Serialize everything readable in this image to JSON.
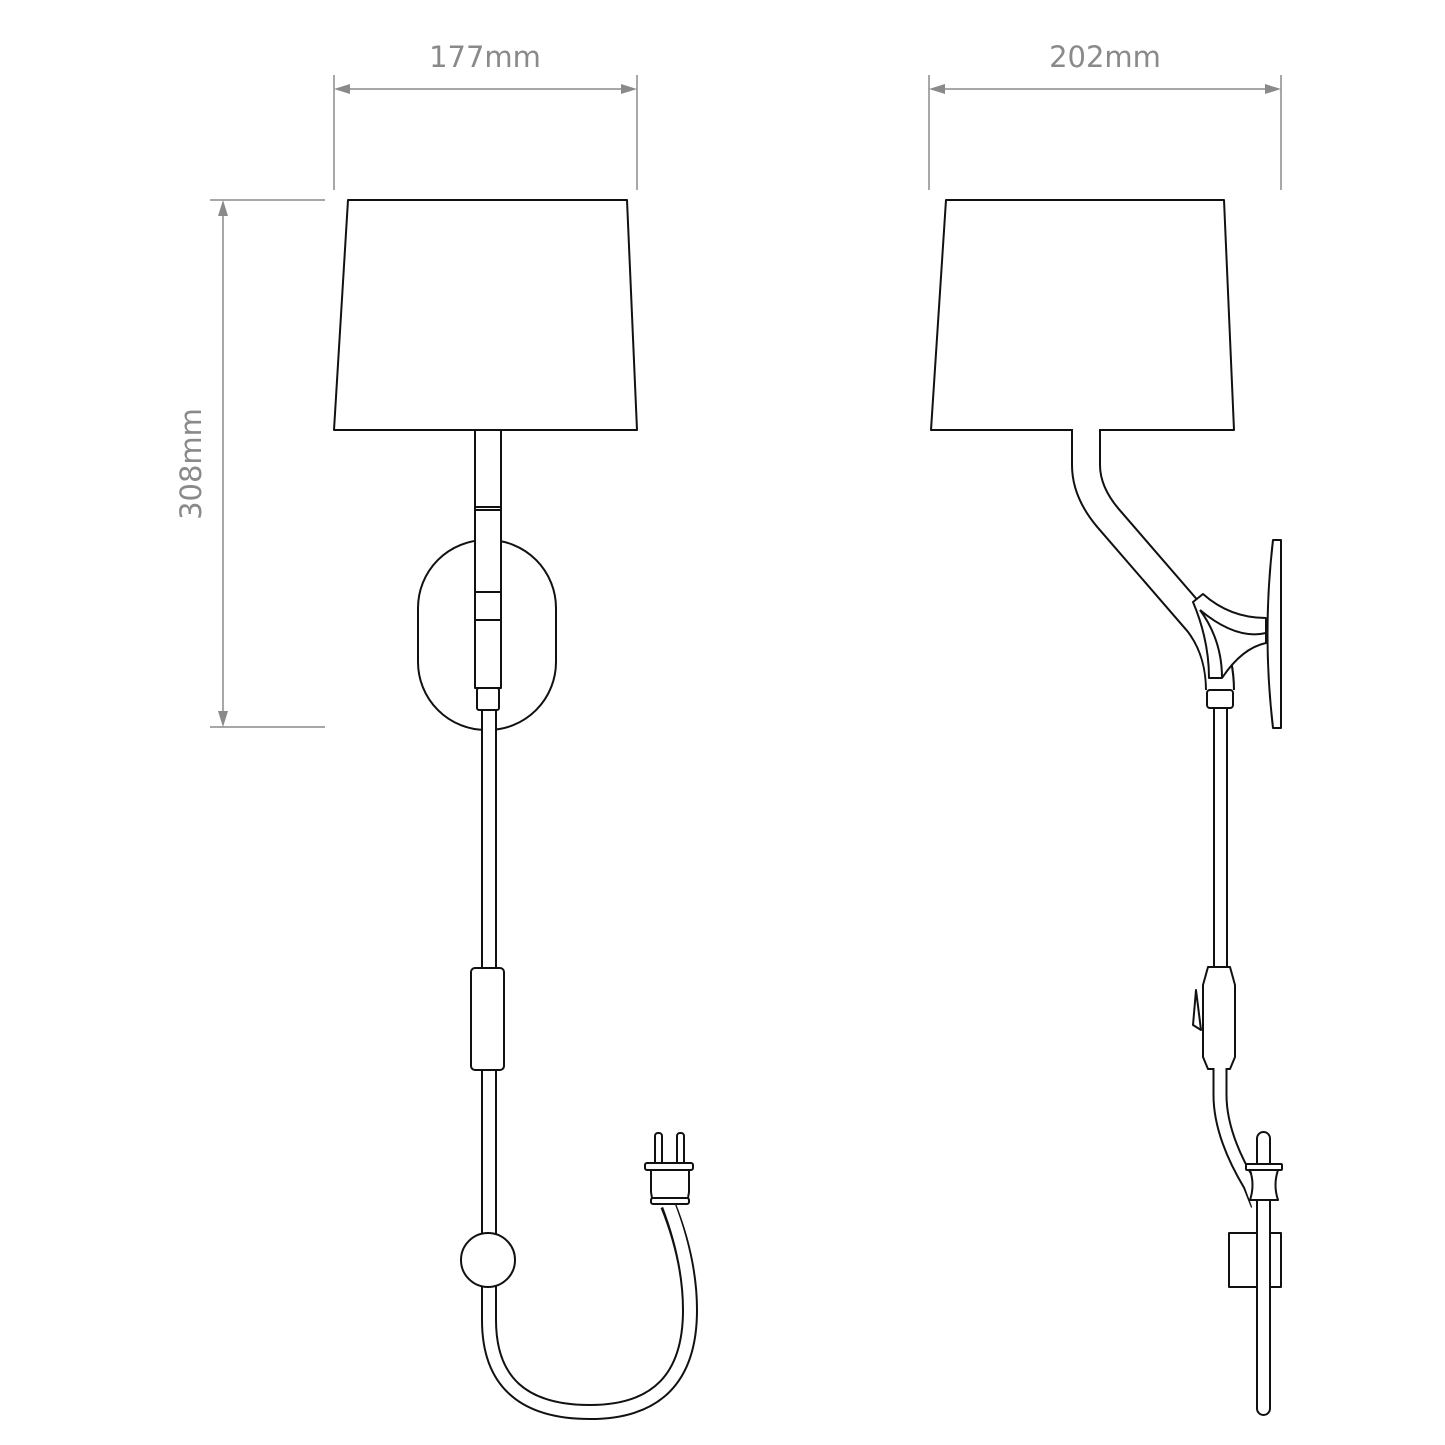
{
  "dimensions": {
    "front_width": "177mm",
    "side_width": "202mm",
    "height": "308mm"
  },
  "colors": {
    "line": "#111111",
    "dimension": "#8a8a8a"
  }
}
